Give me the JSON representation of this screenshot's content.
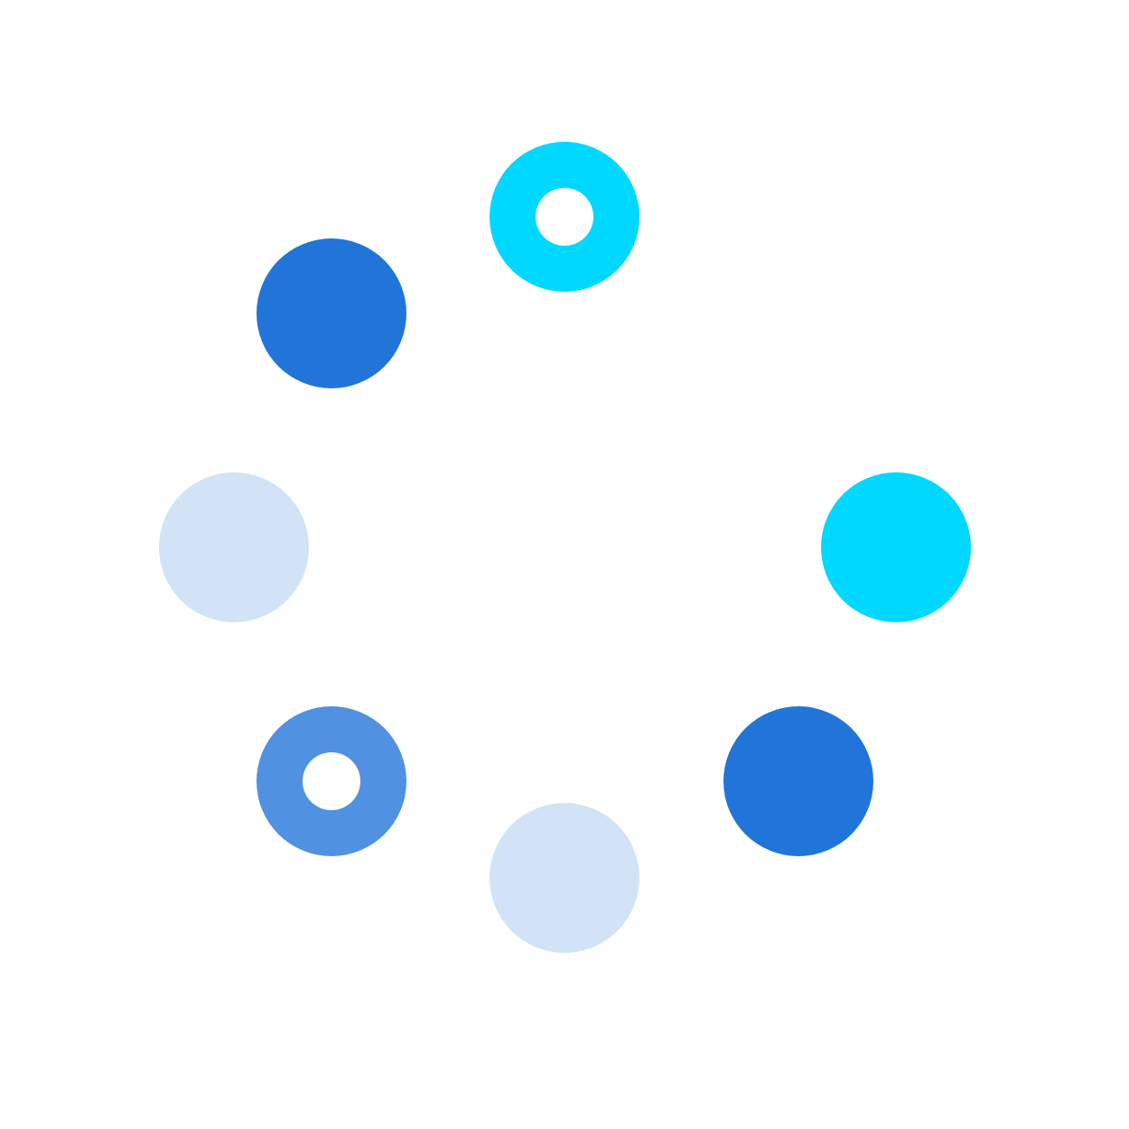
{
  "spinner": {
    "icon": "loading-spinner-icon",
    "dots": [
      {
        "name": "dot-top",
        "style": "ring",
        "color": "#00D8FF"
      },
      {
        "name": "dot-top-left",
        "style": "filled",
        "color": "#2175D9"
      },
      {
        "name": "dot-left",
        "style": "filled",
        "color": "#D2E3F7"
      },
      {
        "name": "dot-bottom-left",
        "style": "ring",
        "color": "#5191E2"
      },
      {
        "name": "dot-bottom",
        "style": "filled",
        "color": "#D2E3F7"
      },
      {
        "name": "dot-bottom-right",
        "style": "filled",
        "color": "#2175D9"
      },
      {
        "name": "dot-right",
        "style": "filled",
        "color": "#00D8FF"
      }
    ]
  }
}
